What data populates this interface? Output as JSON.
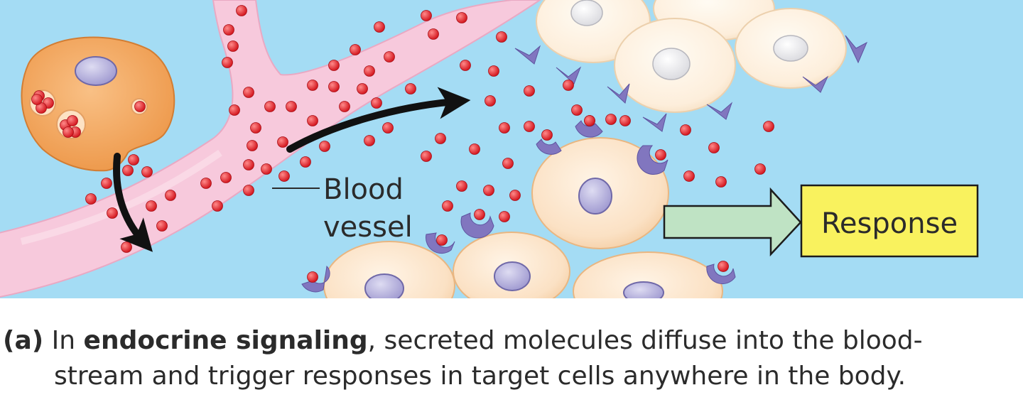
{
  "labels": {
    "vessel_line1": "Blood",
    "vessel_line2": "vessel",
    "response": "Response"
  },
  "caption": {
    "label": "(a)",
    "intro": "In",
    "term": "endocrine signaling",
    "rest_line1": ", secreted molecules diffuse into the blood-",
    "line2": "stream and trigger responses in target cells anywhere in the body."
  },
  "colors": {
    "background": "#a4dcf4",
    "vessel": "#f7c9dc",
    "secreting_cell": "#f2a45a",
    "target_cell": "#fbe1c4",
    "nucleus": "#b7b3dc",
    "molecule": "#e0242a",
    "receptor": "#8176bf",
    "response_box": "#f9f25e",
    "response_arrow": "#bfe3c4"
  },
  "icons": {
    "transport_arrow": "curved-arrow-icon",
    "response_arrow": "block-arrow-icon"
  }
}
